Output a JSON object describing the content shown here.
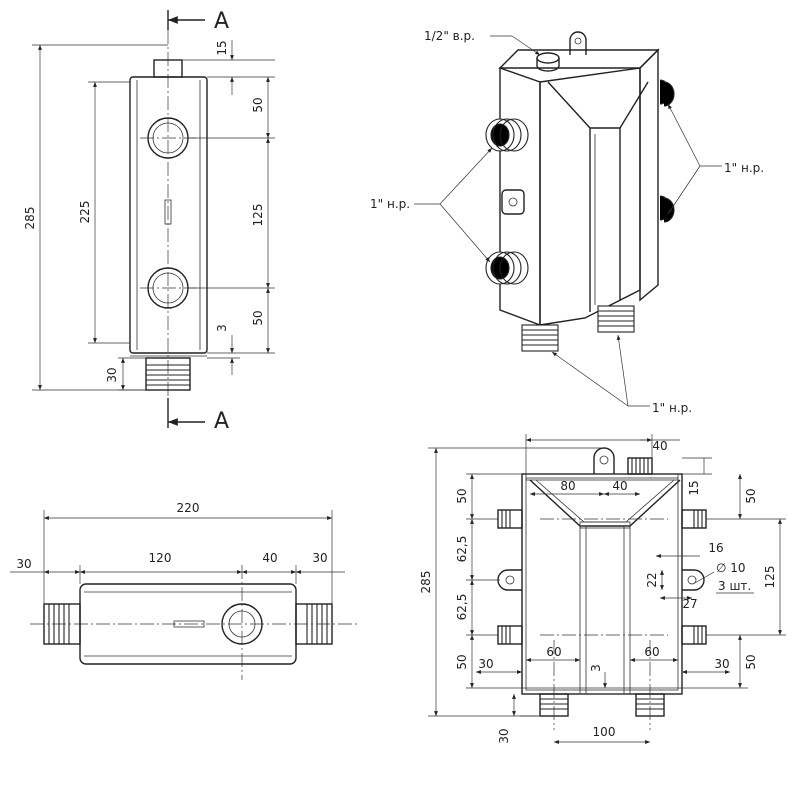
{
  "section_label": "A",
  "front_view": {
    "dims": {
      "overall_height": "285",
      "body_height": "225",
      "top_nozzle": "15",
      "top_to_port": "50",
      "port_spacing": "125",
      "port_to_bottom": "50",
      "bottom_gap": "3",
      "bottom_nozzle": "30"
    }
  },
  "iso_view": {
    "callouts": {
      "top_port": "1/2\" в.р.",
      "left_ports": "1\" н.р.",
      "right_ports": "1\" н.р.",
      "bottom_ports": "1\" н.р."
    }
  },
  "top_view": {
    "dims": {
      "overall_width": "220",
      "left_nozzle": "30",
      "center_span": "120",
      "port_offset": "40",
      "right_nozzle": "30"
    }
  },
  "section_view": {
    "dims": {
      "overall_height": "285",
      "top_width": "40",
      "inner_top_width": "80",
      "inner_offset": "40",
      "top_height": "15",
      "left_top": "50",
      "left_mid1": "62,5",
      "left_mid2": "62,5",
      "left_bottom": "50",
      "right_top": "50",
      "right_span": "125",
      "right_bottom": "50",
      "nozzle_left_offset": "30",
      "nozzle_right_offset": "30",
      "chamber_left": "60",
      "chamber_right": "60",
      "gap": "3",
      "bracket_16": "16",
      "bracket_22": "22",
      "bracket_27": "27",
      "hole_dia": "∅ 10",
      "hole_qty": "3 шт.",
      "bottom_nozzle": "30",
      "bottom_spacing": "100"
    }
  }
}
